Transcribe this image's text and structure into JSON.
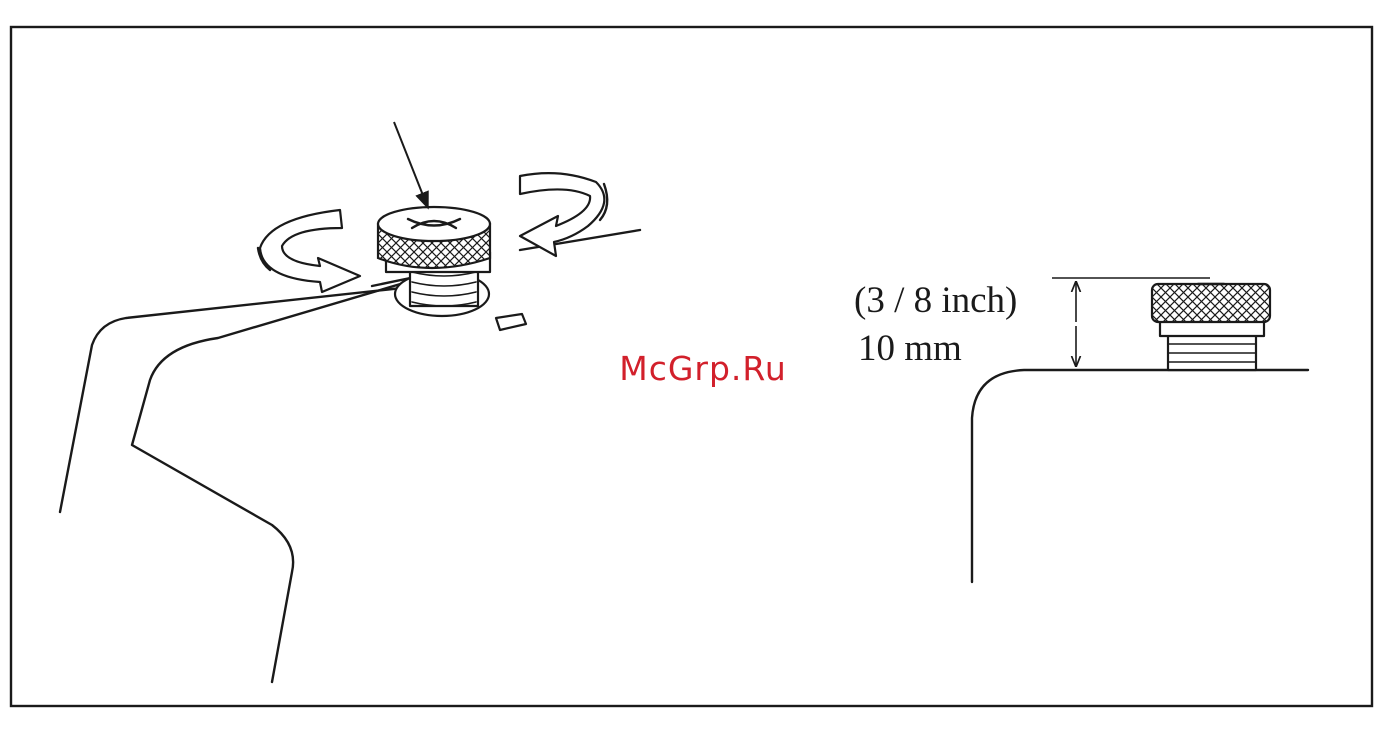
{
  "figure": {
    "dimension_label_imperial": "(3 / 8 inch)",
    "dimension_label_metric": "10 mm",
    "watermark": "McGrp.Ru"
  },
  "colors": {
    "ink": "#1a1a1a",
    "watermark": "#d2202b",
    "background": "#ffffff"
  }
}
